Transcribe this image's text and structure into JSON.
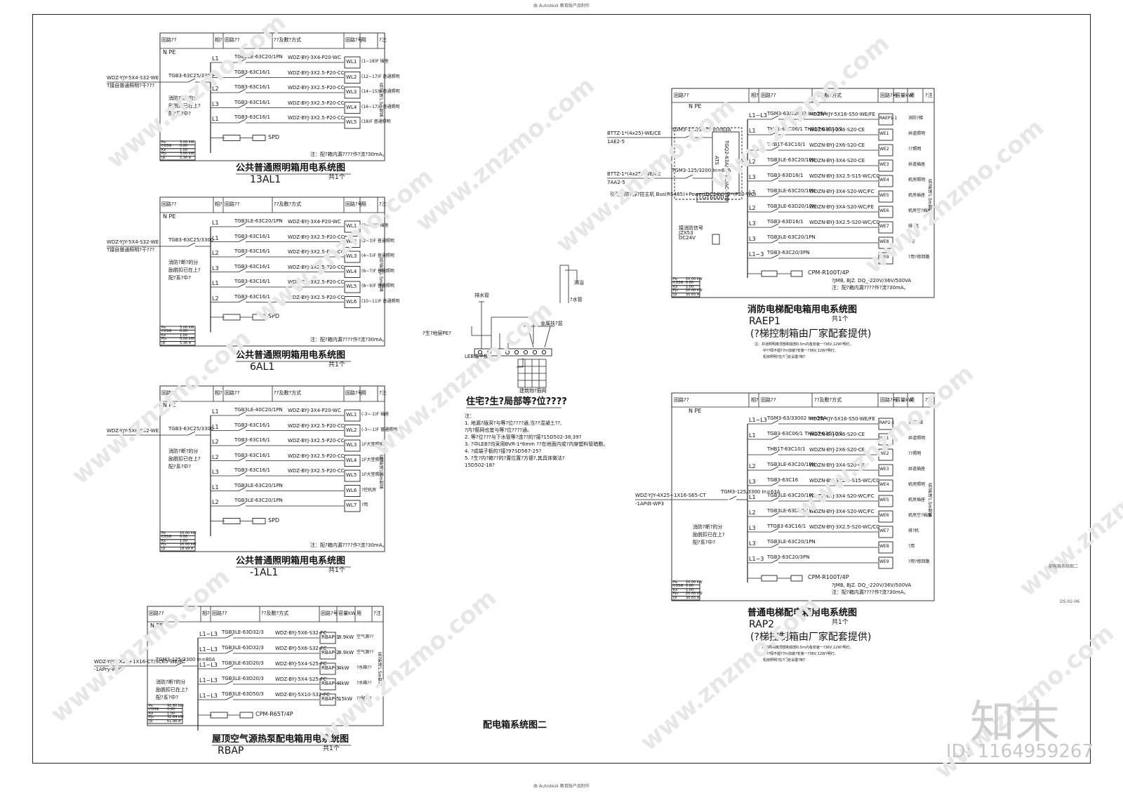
{
  "header_note": "由 Autodesk 教育版产品制作",
  "footer_note": "由 Autodesk 教育版产品制作",
  "side_note": "由 Autodesk 教育版产品制作",
  "page_title": "配电箱系统图二",
  "drawing_code": "配电箱系统图二",
  "sheet_no": "DS-02-06",
  "watermark": "www.znzmo.com",
  "logo": "知末",
  "id_text": "ID: 1164959267",
  "headers": [
    "回路??",
    "相?",
    "回路??",
    "??及敷?方式",
    "回路?号",
    "用",
    "?注"
  ],
  "headers_kw": [
    "回路??",
    "相?",
    "回路??",
    "??及敷?方式",
    "回路?号",
    "容量kW",
    "用",
    "?注"
  ],
  "npe": "N PE",
  "summary_labels": [
    "Pe",
    "COSΦ",
    "Kx",
    "Pjs",
    "Ijs"
  ],
  "panels": [
    {
      "title": "公共普通照明箱用电系统图",
      "sub": "13AL1",
      "count": "共1个",
      "feeder": "WDZ-YJY-5X4-S32-WE",
      "feeder2": "T接自普通照明?干???",
      "main_breaker": "TGB3-63C25/3300",
      "fire_note": "消防?断?的分励脱扣已在上?配?系?中?",
      "spd": "SPD",
      "note": "注：配?箱内漏????作?流?30mA。",
      "summary": [
        "3.00 kW",
        "0.80",
        "1.00",
        "3.00 kW",
        "5.36 A"
      ],
      "rows": [
        {
          "ph": "L1",
          "brk": "TGB3LE-63C20/1PN",
          "cable": "WDZ-BYJ-3X4-P20-WC",
          "no": "WL1",
          "use": "(1~18)F 插座"
        },
        {
          "ph": "L1",
          "brk": "TGB3-63C16/1",
          "cable": "WDZ-BYJ-3X2.5-P20-CC",
          "no": "WL2",
          "use": "(12~17)F 普通照明"
        },
        {
          "ph": "L2",
          "brk": "TGB3-63C16/1",
          "cable": "WDZ-BYJ-3X2.5-P20-CC",
          "no": "WL3",
          "use": "(14~15)F 普通照明"
        },
        {
          "ph": "L3",
          "brk": "TGB3-63C16/1",
          "cable": "WDZ-BYJ-3X2.5-P20-CC",
          "no": "WL4",
          "use": "(16~17)F 普通照明"
        },
        {
          "ph": "L1",
          "brk": "TGB3-63C16/1",
          "cable": "WDZ-BYJ-3X2.5-P20-CC",
          "no": "WL5",
          "use": "(18)F 普通照明"
        }
      ],
      "remark": "底?距地1.5m明装"
    },
    {
      "title": "公共普通照明箱用电系统图",
      "sub": "6AL1",
      "count": "共1个",
      "feeder": "WDZ-YJY-5X4-S32-WE",
      "feeder2": "T接自普通照明?干???",
      "main_breaker": "TGB3-63C25/3300",
      "fire_note": "消防?断?的分励脱扣已在上?配?系?中?",
      "spd": "SPD",
      "note": "注：配?箱内漏????作?流?30mA。",
      "summary": [
        "3.00 kW",
        "0.80",
        "1.00",
        "3.00 kW",
        "5.36 A"
      ],
      "rows": [
        {
          "ph": "L1",
          "brk": "TGB3LE-63C20/1PN",
          "cable": "WDZ-BYJ-3X4-P20-WC",
          "no": "WL1",
          "use": "(2~10)F 插座"
        },
        {
          "ph": "L1",
          "brk": "TGB3-63C16/1",
          "cable": "WDZ-BYJ-3X2.5-P20-CC",
          "no": "WL2",
          "use": "(2~3)F 普通照明"
        },
        {
          "ph": "L2",
          "brk": "TGB3-63C16/1",
          "cable": "WDZ-BYJ-3X2.5-P20-CC",
          "no": "WL3",
          "use": "(4~5)F 普通照明"
        },
        {
          "ph": "L3",
          "brk": "TGB3-63C16/1",
          "cable": "WDZ-BYJ-3X2.5-P20-CC",
          "no": "WL4",
          "use": "(6~7)F 普通照明"
        },
        {
          "ph": "L1",
          "brk": "TGB3-63C16/1",
          "cable": "WDZ-BYJ-3X2.5-P20-CC",
          "no": "WL5",
          "use": "(8~9)F 普通照明"
        },
        {
          "ph": "L2",
          "brk": "TGB3-63C16/1",
          "cable": "WDZ-BYJ-3X2.5-P20-CC",
          "no": "WL6",
          "use": "(10~11)F 普通照明"
        }
      ],
      "remark": "底?距地1.5m明装"
    },
    {
      "title": "公共普通照明箱用电系统图",
      "sub": "-1AL1",
      "count": "共1个",
      "feeder": "WDZ-YJY-5X6-S32-WE",
      "feeder2": "",
      "main_breaker": "TGB3-63C25/3300",
      "fire_note": "消防?断?的分励脱扣已在上?配?系?中?",
      "spd": "SPD",
      "note": "注：配?箱内漏????作?流?30mA。",
      "summary": [
        "10.00 kW",
        "0.80",
        "1.00",
        "10.00 kW",
        "18.99 A"
      ],
      "rows": [
        {
          "ph": "L1",
          "brk": "TGB3LE-40C20/1PN",
          "cable": "WDZ-BYJ-3X4-P20-WC",
          "no": "WL1",
          "use": "(-3~-1)F 插座"
        },
        {
          "ph": "L1",
          "brk": "TGB3-63C16/1",
          "cable": "WDZ-BYJ-3X2.5-P20-CC",
          "no": "WL2",
          "use": "(-3~-1)F 普通照明"
        },
        {
          "ph": "L2",
          "brk": "TGB3-63C16/1",
          "cable": "WDZ-BYJ-3X2.5-P20-CC",
          "no": "WL3",
          "use": "1F大堂照明"
        },
        {
          "ph": "L2",
          "brk": "TGB3-63C16/1",
          "cable": "WDZ-BYJ-3X2.5-P20-CC",
          "no": "WL4",
          "use": "1F大堂照明"
        },
        {
          "ph": "L3",
          "brk": "TGB3-63C16/1",
          "cable": "WDZ-BYJ-3X2.5-P20-CC",
          "no": "WL5",
          "use": "1F大堂照明"
        },
        {
          "ph": "L1",
          "brk": "TGB3LE-63C20/1PN",
          "cable": "",
          "no": "WL6",
          "use": "?控机房"
        },
        {
          "ph": "L2",
          "brk": "TGB3LE-63C20/1PN",
          "cable": "",
          "no": "WL7",
          "use": "?用"
        }
      ],
      "remark": "底?距地1.5m明装"
    },
    {
      "title": "屋顶空气源热泵配电箱用电系统图",
      "sub": "RBAP",
      "count": "共1个",
      "feeder": "WDZ-YJY-4X25+1X16-CT/SC65-WE/FC",
      "feeder2": "-1APry-WP9",
      "main_breaker": "TGM3-125/3300 In=80A",
      "fire_note": "消防?断?的分励脱扣已在上?配?系?中?",
      "spd": "CPM-R65T/4P",
      "note": "",
      "summary": [
        "40.80 kW",
        "0.80",
        "1.00",
        "32.64 kW",
        "61.98 A"
      ],
      "rows": [
        {
          "ph": "L1~L3",
          "brk": "TGB3LE-63D32/3",
          "cable": "WDZ-BYJ-5X6-S32-FC",
          "no": "RBAP-1",
          "kw": "8.9kW",
          "use": "空气源??"
        },
        {
          "ph": "L1~L3",
          "brk": "TGB3LE-63D32/3",
          "cable": "WDZ-BYJ-5X6-S32-FC",
          "no": "RBAP-2",
          "kw": "8.9kW",
          "use": "空气源??"
        },
        {
          "ph": "L1~L3",
          "brk": "TGB3LE-63D20/3",
          "cable": "WDZ-BYJ-5X4-S25-FC",
          "no": "RBAP-3",
          "kw": "4kW",
          "use": "?水箱??"
        },
        {
          "ph": "L1~L3",
          "brk": "TGB3LE-63D20/3",
          "cable": "WDZ-BYJ-5X4-S25-FC",
          "no": "RBAP-4",
          "kw": "4kW",
          "use": "?水箱??"
        },
        {
          "ph": "L1~L3",
          "brk": "TGB3LE-63D50/3",
          "cable": "WDZ-BYJ-5X10-S32-FC",
          "no": "RBAP-5",
          "kw": "15kW",
          "use": "??配电?"
        }
      ],
      "remark": "底?距地1.5m明装"
    }
  ],
  "elevators": [
    {
      "title": "消防电梯配电箱用电系统图",
      "sub": "RAEP1",
      "count": "共1个",
      "sub2": "(?梯控制箱由厂家配套提供)",
      "feeders": [
        {
          "cable": "BTTZ-1*(4x25)-WE/CE",
          "from": "1AE2-5",
          "brk": "TGM3-125/3200 In=63A"
        },
        {
          "cable": "BTTZ-1*(4x25)-WE/CE",
          "from": "7AA2-5",
          "brk": "TGM3-125/3200 In=63A"
        }
      ],
      "ats": "TGQ2-63A/4P PC/AC-33B",
      "ats_label": "ATS",
      "lgt": "LGT6000",
      "bus": "引至消防?源?控主机 Bus(RS485)+Power(DC24V) /2*(P20-WC)",
      "jzx": "接消防信号 JZX53 DC24V",
      "spd": "CPM-R100T/4P",
      "lamp": "?JMB, BJZ. DQ_-220V/36V/500VA",
      "note": "注：配?箱内漏????作?流?30mA。",
      "fine1": "注：井道照明离顶部和底部0.5m内各安装一?36V,12W?明灯。",
      "fine2": "中??隔不超?7m加装?安装一?36V,12W?明灯。",
      "fine3": "机房照明?在?门处设置?制？",
      "summary": [
        "20.00 kW",
        "0.80",
        "1.00",
        "20.00 kW",
        "30.65 A"
      ],
      "rows": [
        {
          "ph": "L1~L3",
          "brk": "TGM3-63/32002 In=50A",
          "cable": "MDZN-YJY-5X16-S50-WE/FE",
          "no": "RAEP1-1",
          "use": "消防?梯"
        },
        {
          "ph": "L1",
          "brk": "THB1-63C06/1 THB1T-63C10/1",
          "cable": "WDZN-BYJ-2X6-S20-CE",
          "no": "WE1",
          "use": "井道照明"
        },
        {
          "ph": "",
          "brk": "THB1T-63C10/1",
          "cable": "WDZN-BYJ-2X6-S20-CE",
          "no": "WE2",
          "use": "??照明"
        },
        {
          "ph": "L2",
          "brk": "TGB3LE-63C20/1PN",
          "cable": "WDZN-BYJ-3X4-S20-CE",
          "no": "WE3",
          "use": "井道插座"
        },
        {
          "ph": "L3",
          "brk": "TGB3-63D16/1",
          "cable": "WDZN-BYJ-3X2.5-S15-WC/CC",
          "no": "WE4",
          "use": "机房照明"
        },
        {
          "ph": "L1",
          "brk": "TGB3LE-63C20/1PN",
          "cable": "WDZN-BYJ-3X4-S20-WC/FC",
          "no": "WE5",
          "use": "机房插座"
        },
        {
          "ph": "L2",
          "brk": "TGB3LE-63D20/1PN",
          "cable": "WDZN-BYJ-3X4-S20-WC/FE",
          "no": "WE6",
          "use": "机房空?插座"
        },
        {
          "ph": "L3",
          "brk": "TGB3-63D16/1",
          "cable": "WDZN-BYJ-3X2.5-S20-WC/CC",
          "no": "WE7",
          "use": "排?机"
        },
        {
          "ph": "L3",
          "brk": "TGB3LE-63C20/1PN",
          "cable": "",
          "no": "WE8",
          "use": "?用"
        },
        {
          "ph": "L1~3",
          "brk": "TGB3-63C20/3PN",
          "cable": "",
          "no": "WE9",
          "use": "?用?修回路"
        }
      ],
      "remark": "底?距地1.5m明装"
    },
    {
      "title": "普通电梯配电箱用电系统图",
      "sub": "RAP2",
      "count": "共1个",
      "sub2": "(?梯控制箱由厂家配套提供)",
      "feeders": [
        {
          "cable": "WDZ-YJY-4X25+1X16-S65-CT",
          "from": "-1APdt-WP3",
          "brk": "TGM3-125/3300 In=63A"
        }
      ],
      "spd": "CPM-R100T/4P",
      "lamp": "?JMB, BJZ. DQ_-220V/36V/500VA",
      "note": "注：配?箱内漏????作?流?30mA。",
      "fine1": "注：井道照明离顶部和底部0.5m内各安装一?36V,12W?明灯。",
      "fine2": "中??隔不超?7m加装?安装一?36V,12W?明灯。",
      "fine3": "机房照明?在?门处设置?制？",
      "summary": [
        "20.00 kW",
        "0.80",
        "1.00",
        "20.00 kW",
        "30.65 A"
      ],
      "fire_note": "消防?断?的分励脱扣已在上?配?系?中?",
      "rows": [
        {
          "ph": "L1~L3",
          "brk": "TGM3-63/33002 In=50A",
          "cable": "MDZN-YJY-5X16-S50-WE/FE",
          "no": "RAP2-1",
          "use": "消防?梯"
        },
        {
          "ph": "L1",
          "brk": "TGB3-63C06/1 THB1T-63C10/1",
          "cable": "WDZN-BYJ-2X6-S20-CE",
          "no": "WE1",
          "use": "井道照明"
        },
        {
          "ph": "",
          "brk": "THB1T-63C10/1",
          "cable": "WDZN-BYJ-2X6-S20-CE",
          "no": "WE2",
          "use": "??照明"
        },
        {
          "ph": "L2",
          "brk": "TGB3LE-63C20/1PN",
          "cable": "WDZN-BYJ-3X4-S20-CE",
          "no": "WE3",
          "use": "井道插座"
        },
        {
          "ph": "L3",
          "brk": "TGB3-63C16",
          "cable": "WDZN-BYJ-3X2.5-S15-WC/CC",
          "no": "WE4",
          "use": "机房照明"
        },
        {
          "ph": "L1",
          "brk": "TGB3LE-63C20/1PN",
          "cable": "WDZN-BYJ-3X4-S20-WC/FC",
          "no": "WE5",
          "use": "机房插座"
        },
        {
          "ph": "L2",
          "brk": "TGB3LE-63D20/1PN",
          "cable": "WDZN-BYJ-3X4-S20-WC/FC",
          "no": "WE6",
          "use": "机房空?插座"
        },
        {
          "ph": "L3",
          "brk": "TTGB3-63C16/1",
          "cable": "WDZN-BYJ-3X2.5-S20-WC/CC",
          "no": "WE7",
          "use": "排?机"
        },
        {
          "ph": "L3",
          "brk": "TGB3LE-63C20/1PN",
          "cable": "",
          "no": "WE8",
          "use": "?用"
        },
        {
          "ph": "L1~3",
          "brk": "TGB3-63C20/3PN",
          "cable": "",
          "no": "WE9",
          "use": "?用?修回路"
        }
      ],
      "remark": "底?距地1.5m明装"
    }
  ],
  "ground": {
    "title": "住宅?生?局部等?位????",
    "labels": {
      "drain": "排水管",
      "metal": "金属扶?盆",
      "bar": "LEB端子板",
      "mesh": "建筑物?筋网",
      "water": "?水管",
      "floor": "?生?地层PE?",
      "shower": "淋浴"
    },
    "notes": [
      "注：",
      "1. 地漏?插洞?与等?位????通,当??混凝土??,",
      "   ?内?筋网也宜与等?位????通。",
      "2. 等?位???与下水管等?连??的?接?15D502-38,39?",
      "3. ?中LEB?均采用BVR-1*6mm ??在地面内或?内穿塑料管暗敷。",
      "4. ?成端子板的?接?97SD567-25?",
      "5. ?生?内?箱??的?置位置?方便?,其具体做法?",
      "   15D502-18?"
    ]
  }
}
